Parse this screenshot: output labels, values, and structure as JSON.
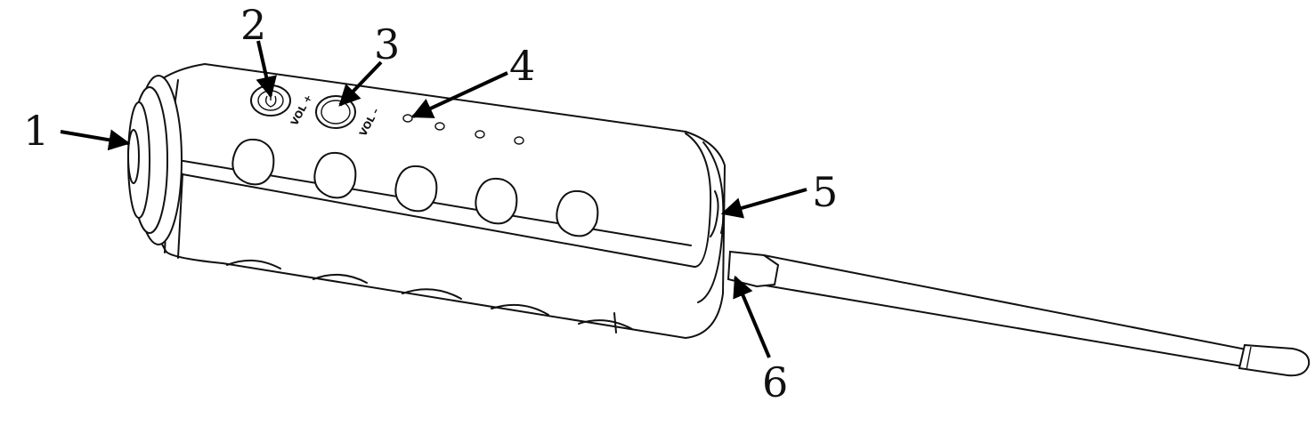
{
  "callouts": [
    {
      "id": "1",
      "text": "1"
    },
    {
      "id": "2",
      "text": "2"
    },
    {
      "id": "3",
      "text": "3"
    },
    {
      "id": "4",
      "text": "4"
    },
    {
      "id": "5",
      "text": "5"
    },
    {
      "id": "6",
      "text": "6"
    }
  ],
  "button_labels": {
    "vol_plus": "VOL +",
    "vol_minus": "VOL –"
  },
  "colors": {
    "line": "#111111",
    "background": "#ffffff"
  }
}
